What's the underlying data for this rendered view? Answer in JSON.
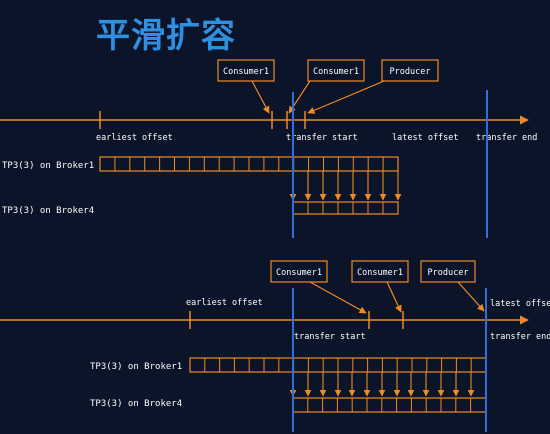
{
  "title": "平滑扩容",
  "top": {
    "boxes": [
      "Consumer1",
      "Consumer1",
      "Producer"
    ],
    "axis_labels": [
      "earliest offset",
      "transfer start",
      "latest offset",
      "transfer end"
    ],
    "rows": [
      "TP3(3) on Broker1",
      "TP3(3) on Broker4"
    ]
  },
  "bottom": {
    "boxes": [
      "Consumer1",
      "Consumer1",
      "Producer"
    ],
    "axis_labels": [
      "earliest offset",
      "transfer start",
      "latest offset",
      "transfer end"
    ],
    "rows": [
      "TP3(3) on Broker1",
      "TP3(3) on Broker4"
    ]
  },
  "colors": {
    "orange": "#f08a24",
    "blue": "#2f6fd6",
    "background": "#0b1428",
    "title": "#2f8fe0"
  }
}
